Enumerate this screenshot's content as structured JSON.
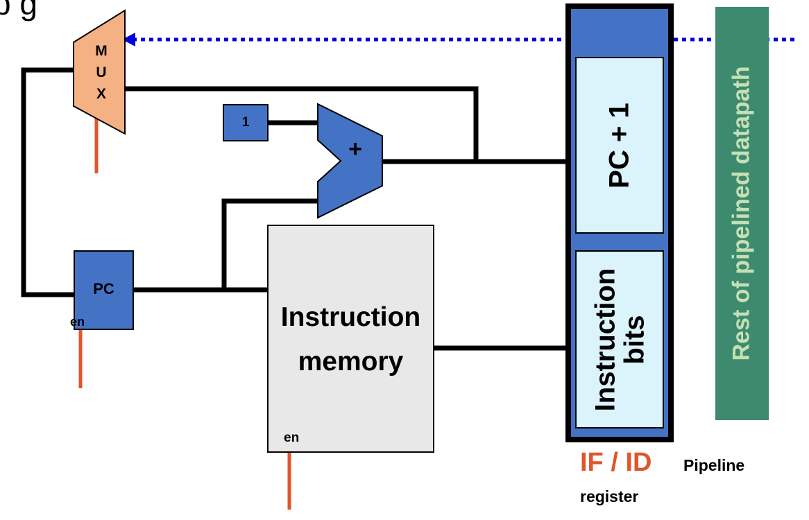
{
  "top_text": "p                                        g",
  "mux": {
    "letters": [
      "M",
      "U",
      "X"
    ]
  },
  "constant_one": "1",
  "adder_symbol": "+",
  "pc": {
    "label": "PC",
    "enable": "en"
  },
  "instruction_memory": {
    "line1": "Instruction",
    "line2": "memory",
    "enable": "en"
  },
  "if_id_register": {
    "pc_plus_one": "PC + 1",
    "instruction_bits_line1": "Instruction",
    "instruction_bits_line2": "bits",
    "stage_from": "IF",
    "slash": "/",
    "stage_to": "ID",
    "caption_line1": "Pipeline",
    "caption_line2": "register"
  },
  "rest_of_datapath": "Rest of pipelined datapath",
  "colors": {
    "wire": "#000000",
    "control_line": "#e0552b",
    "mux_fill": "#f4b183",
    "block_blue": "#4472c4",
    "register_inner": "#dbf3fb",
    "memory_fill": "#e8e8e8",
    "datapath_green": "#3d8a6e",
    "datapath_text": "#c5e0b4",
    "feedback_arrow": "#0000dd",
    "stage_label": "#e0552b"
  }
}
